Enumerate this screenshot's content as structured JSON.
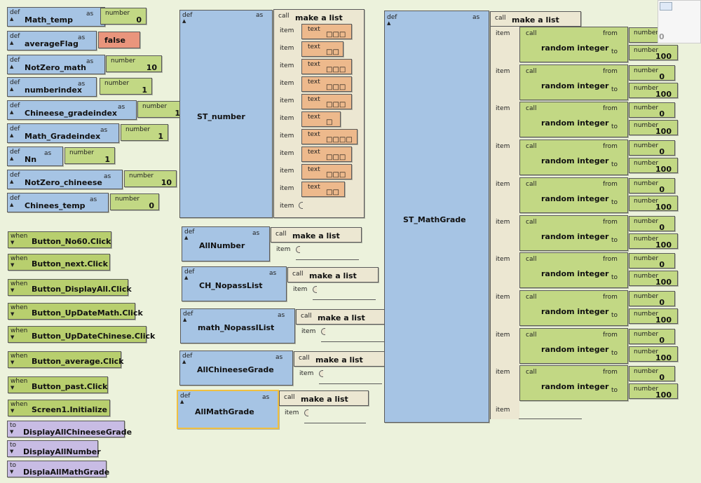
{
  "left_defs": [
    {
      "name": "Math_temp",
      "type": "number",
      "value": "0"
    },
    {
      "name": "averageFlag",
      "type": "",
      "value": "false"
    },
    {
      "name": "NotZero_math",
      "type": "number",
      "value": "10"
    },
    {
      "name": "numberindex",
      "type": "number",
      "value": "1"
    },
    {
      "name": "Chineese_gradeindex",
      "type": "number",
      "value": "1"
    },
    {
      "name": "Math_Gradeindex",
      "type": "number",
      "value": "1"
    },
    {
      "name": "Nn",
      "type": "number",
      "value": "1"
    },
    {
      "name": "NotZero_chineese",
      "type": "number",
      "value": "10"
    },
    {
      "name": "Chinees_temp",
      "type": "number",
      "value": "0"
    }
  ],
  "event_blocks": [
    "Button_No60.Click",
    "Button_next.Click",
    "Button_DisplayAll.Click",
    "Button_UpDateMath.Click",
    "Button_UpDateChinese.Click",
    "Button_average.Click",
    "Button_past.Click",
    "Screen1.Initialize"
  ],
  "procedure_blocks": [
    "DisplayAllChineeseGrade",
    "DisplayAllNumber",
    "DisplaAllMathGrade"
  ],
  "keywords": {
    "def": "def",
    "as": "as",
    "when": "when",
    "to": "to",
    "call": "call",
    "item": "item",
    "text": "text",
    "number": "number",
    "from": "from",
    "to_label": "to",
    "make_a_list": "make a list",
    "random_integer": "random integer"
  },
  "st_number": {
    "name": "ST_number",
    "items": [
      "□□□",
      "□□",
      "□□□",
      "□□□",
      "□□□",
      "□",
      "□□□□",
      "□□□",
      "□□□",
      "□□",
      ""
    ]
  },
  "middle_defs": [
    "AllNumber",
    "CH_NopassList",
    "math_NopassIList",
    "AllChineeseGrade",
    "AllMathGrade"
  ],
  "st_mathgrade": {
    "name": "ST_MathGrade",
    "randoms": [
      {
        "from": "0",
        "to": "100"
      },
      {
        "from": "0",
        "to": "100"
      },
      {
        "from": "0",
        "to": "100"
      },
      {
        "from": "0",
        "to": "100"
      },
      {
        "from": "0",
        "to": "100"
      },
      {
        "from": "0",
        "to": "100"
      },
      {
        "from": "0",
        "to": "100"
      },
      {
        "from": "0",
        "to": "100"
      },
      {
        "from": "0",
        "to": "100"
      },
      {
        "from": "0",
        "to": "100"
      }
    ]
  },
  "minimap_value": "0"
}
